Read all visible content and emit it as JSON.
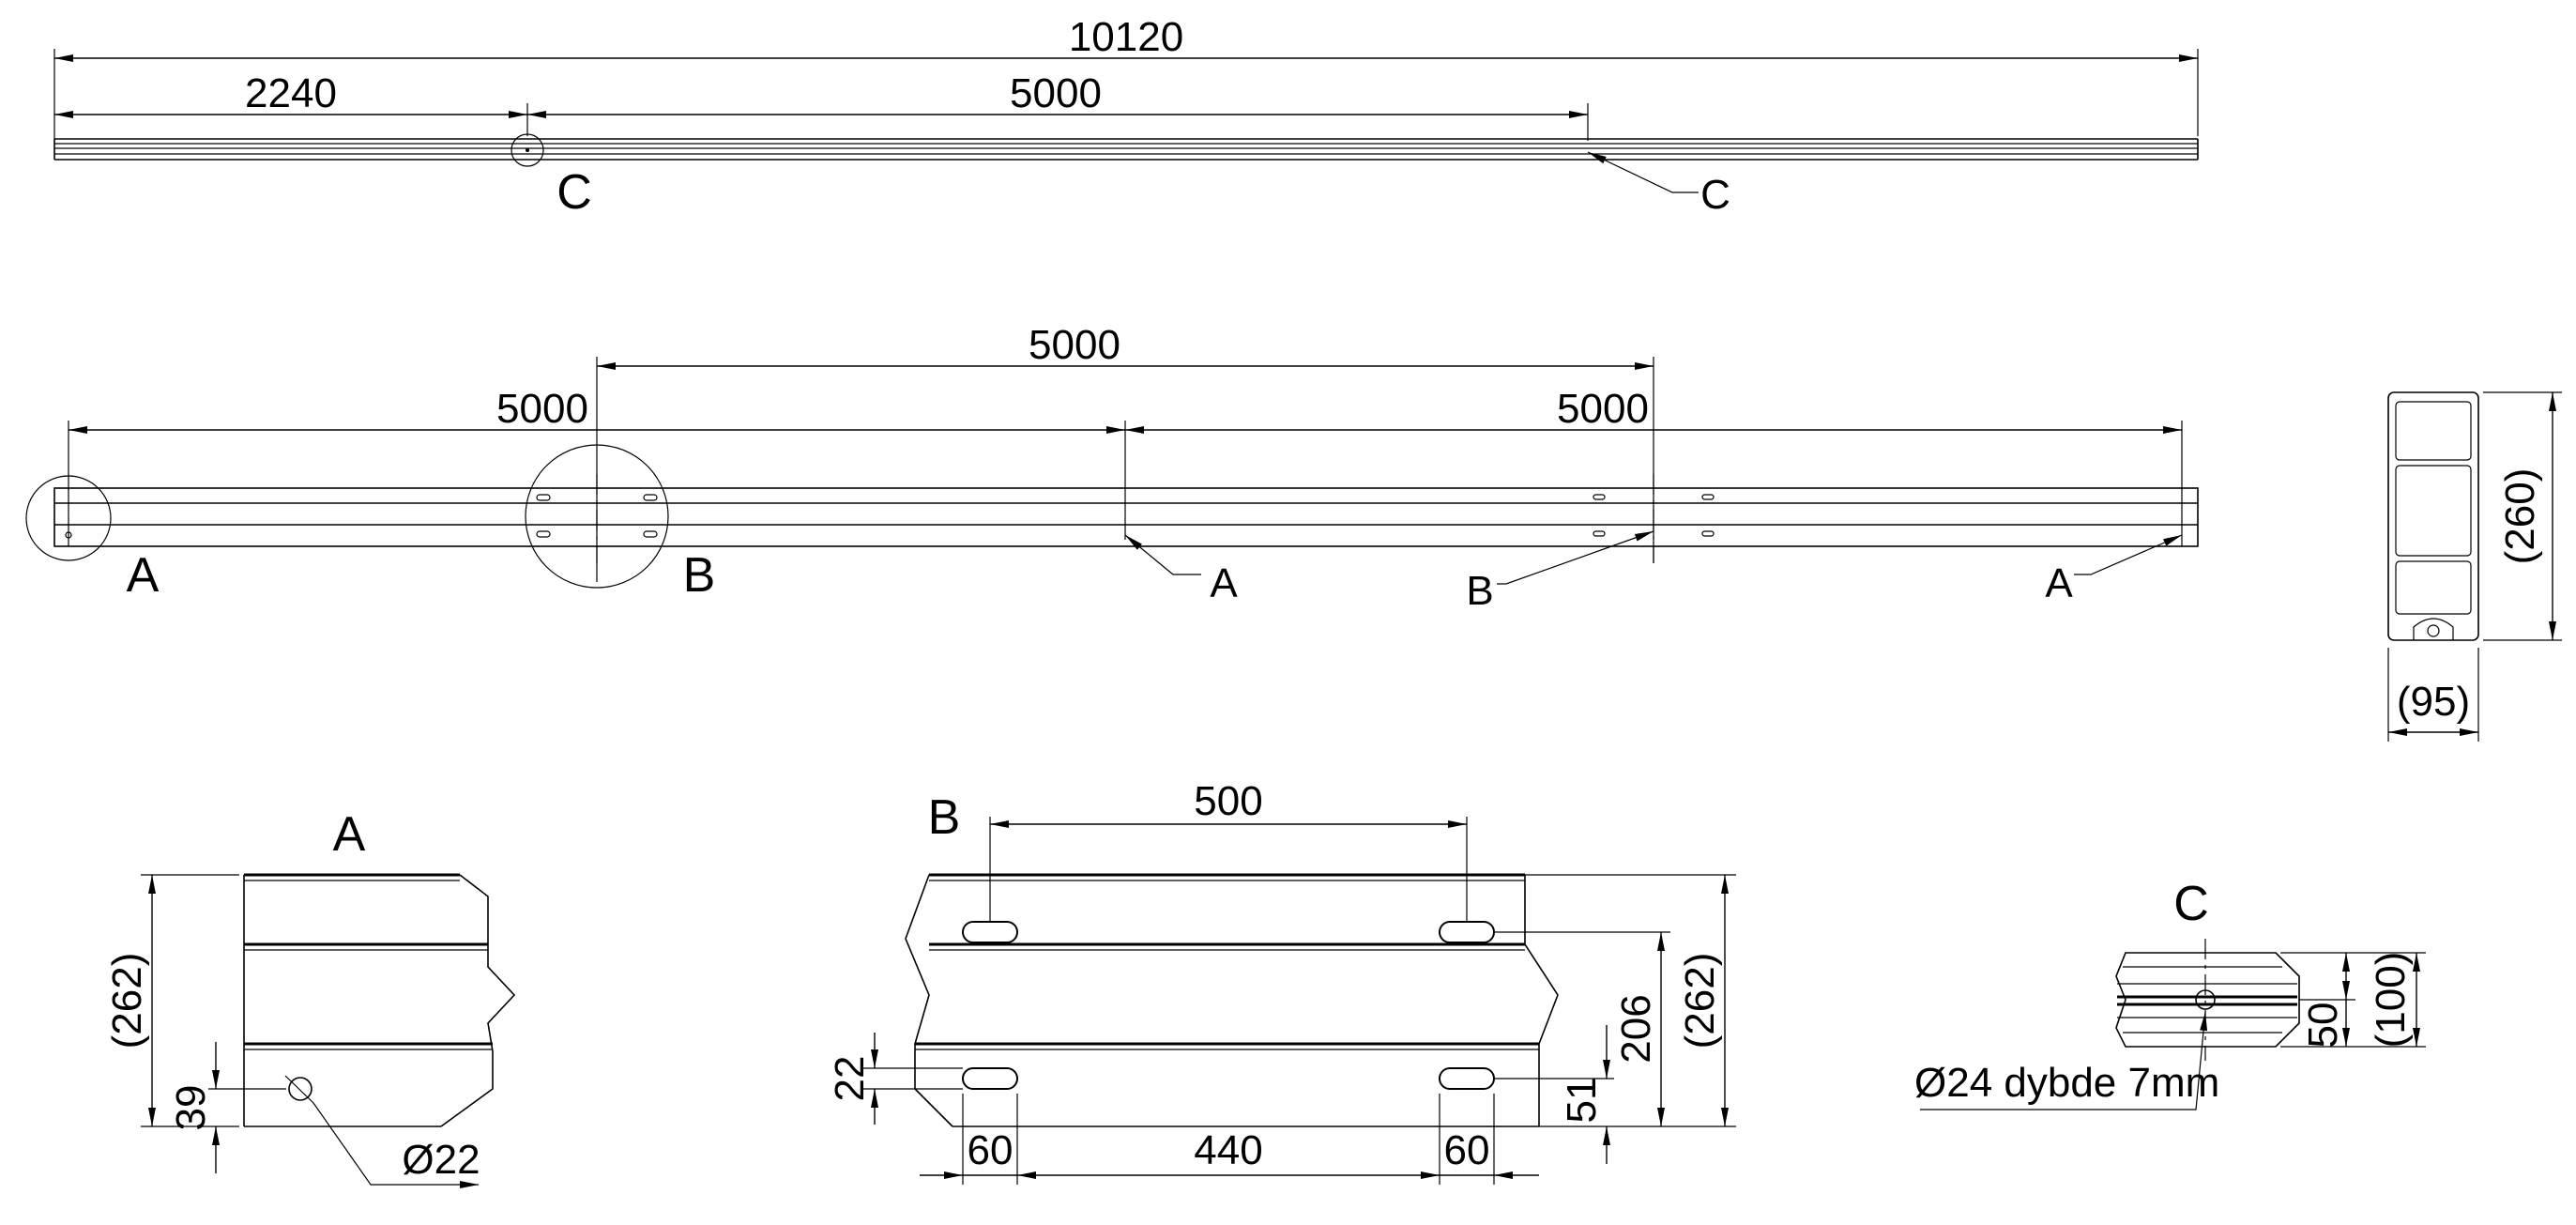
{
  "top_view": {
    "dim_total": "10120",
    "dim_left": "2240",
    "dim_mid": "5000",
    "label_c_circle": "C",
    "label_c_leader": "C"
  },
  "side_view": {
    "dim_upper": "5000",
    "dim_left": "5000",
    "dim_right": "5000",
    "label_a_circle": "A",
    "label_b_circle": "B",
    "label_a_leader_1": "A",
    "label_b_leader": "B",
    "label_a_leader_2": "A"
  },
  "section_view": {
    "dim_height": "(260)",
    "dim_width": "(95)"
  },
  "detail_a": {
    "title": "A",
    "dim_height": "(262)",
    "dim_hole_offset": "39",
    "dim_hole_dia": "Ø22"
  },
  "detail_b": {
    "title": "B",
    "dim_top_spacing": "500",
    "dim_slot_height": "22",
    "dim_slot_left": "60",
    "dim_slot_spacing": "440",
    "dim_slot_right": "60",
    "dim_slot_offset": "51",
    "dim_slot_rows": "206",
    "dim_height": "(262)"
  },
  "detail_c": {
    "title": "C",
    "dim_height": "(100)",
    "dim_center": "50",
    "note_hole": "Ø24 dybde 7mm"
  }
}
